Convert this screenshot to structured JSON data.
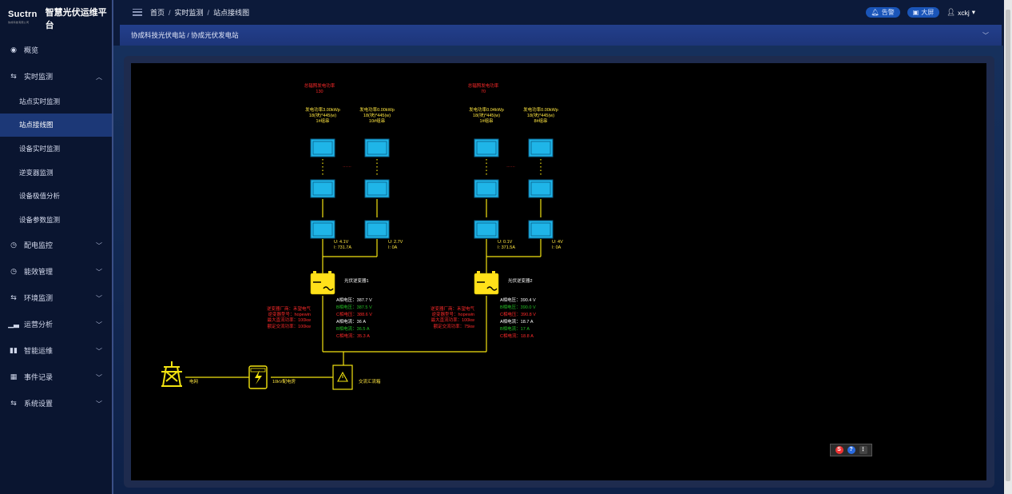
{
  "app": {
    "logo_text": "Suctrn",
    "logo_sub": "协成科技有限公司",
    "title": "智慧光伏运维平台"
  },
  "sidebar": {
    "items": [
      {
        "label": "概览",
        "icon": "dashboard-icon"
      },
      {
        "label": "实时监测",
        "icon": "monitor-icon",
        "expanded": true,
        "children": [
          "站点实时监测",
          "站点接线图",
          "设备实时监测",
          "逆变器监测",
          "设备极值分析",
          "设备参数监测"
        ]
      },
      {
        "label": "配电监控",
        "icon": "clock-icon"
      },
      {
        "label": "能效管理",
        "icon": "clock-icon"
      },
      {
        "label": "环境监测",
        "icon": "monitor-icon"
      },
      {
        "label": "运营分析",
        "icon": "chart-icon"
      },
      {
        "label": "智能运维",
        "icon": "bars-icon"
      },
      {
        "label": "事件记录",
        "icon": "calendar-icon"
      },
      {
        "label": "系统设置",
        "icon": "monitor-icon"
      }
    ],
    "active_child": "站点接线图"
  },
  "header": {
    "breadcrumb": [
      "首页",
      "实时监测",
      "站点接线图"
    ],
    "alarm_label": "告警",
    "bigscreen_label": "大屏",
    "user": "xckj"
  },
  "station": {
    "path": "协成科技光伏电站 / 协成光伏发电站"
  },
  "diagram": {
    "total_power_label": "总辐照发电功率",
    "groups": [
      {
        "total_power": "130",
        "strings": [
          {
            "line1": "发电功率3.00kWp",
            "line2": "18(块)*445(w)",
            "line3": "1#组串",
            "u": "U: 4.1V",
            "i": "I: 731.7A"
          },
          {
            "line1": "发电功率0.00kWp",
            "line2": "18(块)*445(w)",
            "line3": "10#组串",
            "u": "U: 2.7V",
            "i": "I: 0A"
          }
        ],
        "inverter": "光伏逆变器1",
        "info": [
          "逆变器厂商：禾望电气",
          "逆变器型号：hopewin",
          "最大直流功率：100kw",
          "额定交流功率：100kw"
        ],
        "phases": [
          {
            "text": "A相电压：387.7 V",
            "color": "white"
          },
          {
            "text": "B相电压：387.5 V",
            "color": "green"
          },
          {
            "text": "C相电压：388.6 V",
            "color": "red"
          },
          {
            "text": "A相电流：36 A",
            "color": "white"
          },
          {
            "text": "B相电流：36.5 A",
            "color": "green"
          },
          {
            "text": "C相电流：35.3 A",
            "color": "red"
          }
        ]
      },
      {
        "total_power": "70",
        "strings": [
          {
            "line1": "发电功率0.04kWp",
            "line2": "18(块)*445(w)",
            "line3": "1#组串",
            "u": "U: 0.1V",
            "i": "I: 371.5A"
          },
          {
            "line1": "发电功率0.00kWp",
            "line2": "18(块)*445(w)",
            "line3": "8#组串",
            "u": "U: 4V",
            "i": "I: 0A"
          }
        ],
        "inverter": "光伏逆变器2",
        "info": [
          "逆变器厂商：禾望电气",
          "逆变器型号：hopewin",
          "最大直流功率：100kw",
          "额定交流功率：75kw"
        ],
        "phases": [
          {
            "text": "A相电压：390.4 V",
            "color": "white"
          },
          {
            "text": "B相电压：390.0 V",
            "color": "green"
          },
          {
            "text": "C相电压：390.8 V",
            "color": "red"
          },
          {
            "text": "A相电流：18.7 A",
            "color": "white"
          },
          {
            "text": "B相电流：17 A",
            "color": "green"
          },
          {
            "text": "C相电流：18.8 A",
            "color": "red"
          }
        ]
      }
    ],
    "grid_label": "电网",
    "distribution_label": "10kV配电房",
    "combiner_label": "交流汇流箱",
    "dots": "……"
  },
  "colors": {
    "panel": "#1fb5e8",
    "line": "#f2e310",
    "red_text": "#ff2a2a",
    "sidebar_active": "#1c3877"
  }
}
